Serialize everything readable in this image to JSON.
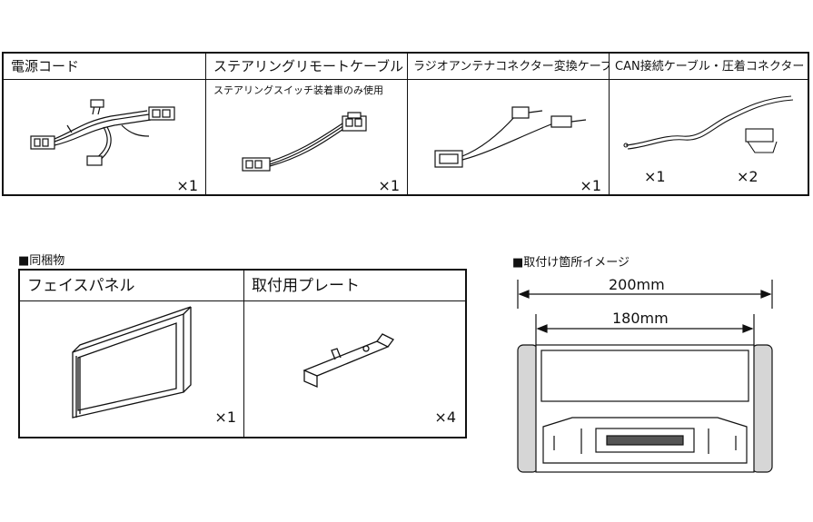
{
  "top_table": {
    "items": [
      {
        "name": "電源コード",
        "qty": "×1"
      },
      {
        "name": "ステアリングリモートケーブル",
        "note": "ステアリングスイッチ装着車のみ使用",
        "qty": "×1"
      },
      {
        "name": "ラジオアンテナコネクター変換ケーブル",
        "qty": "×1"
      },
      {
        "name": "CAN接続ケーブル・圧着コネクター",
        "qty_a": "×1",
        "qty_b": "×2"
      }
    ]
  },
  "included": {
    "heading": "■同梱物",
    "items": [
      {
        "name": "フェイスパネル",
        "qty": "×1"
      },
      {
        "name": "取付用プレート",
        "qty": "×4"
      }
    ]
  },
  "install": {
    "heading": "■取付け箇所イメージ",
    "outer_dim": "200mm",
    "inner_dim": "180mm"
  },
  "colors": {
    "line": "#111111",
    "side_panel": "#d6d6d6"
  }
}
